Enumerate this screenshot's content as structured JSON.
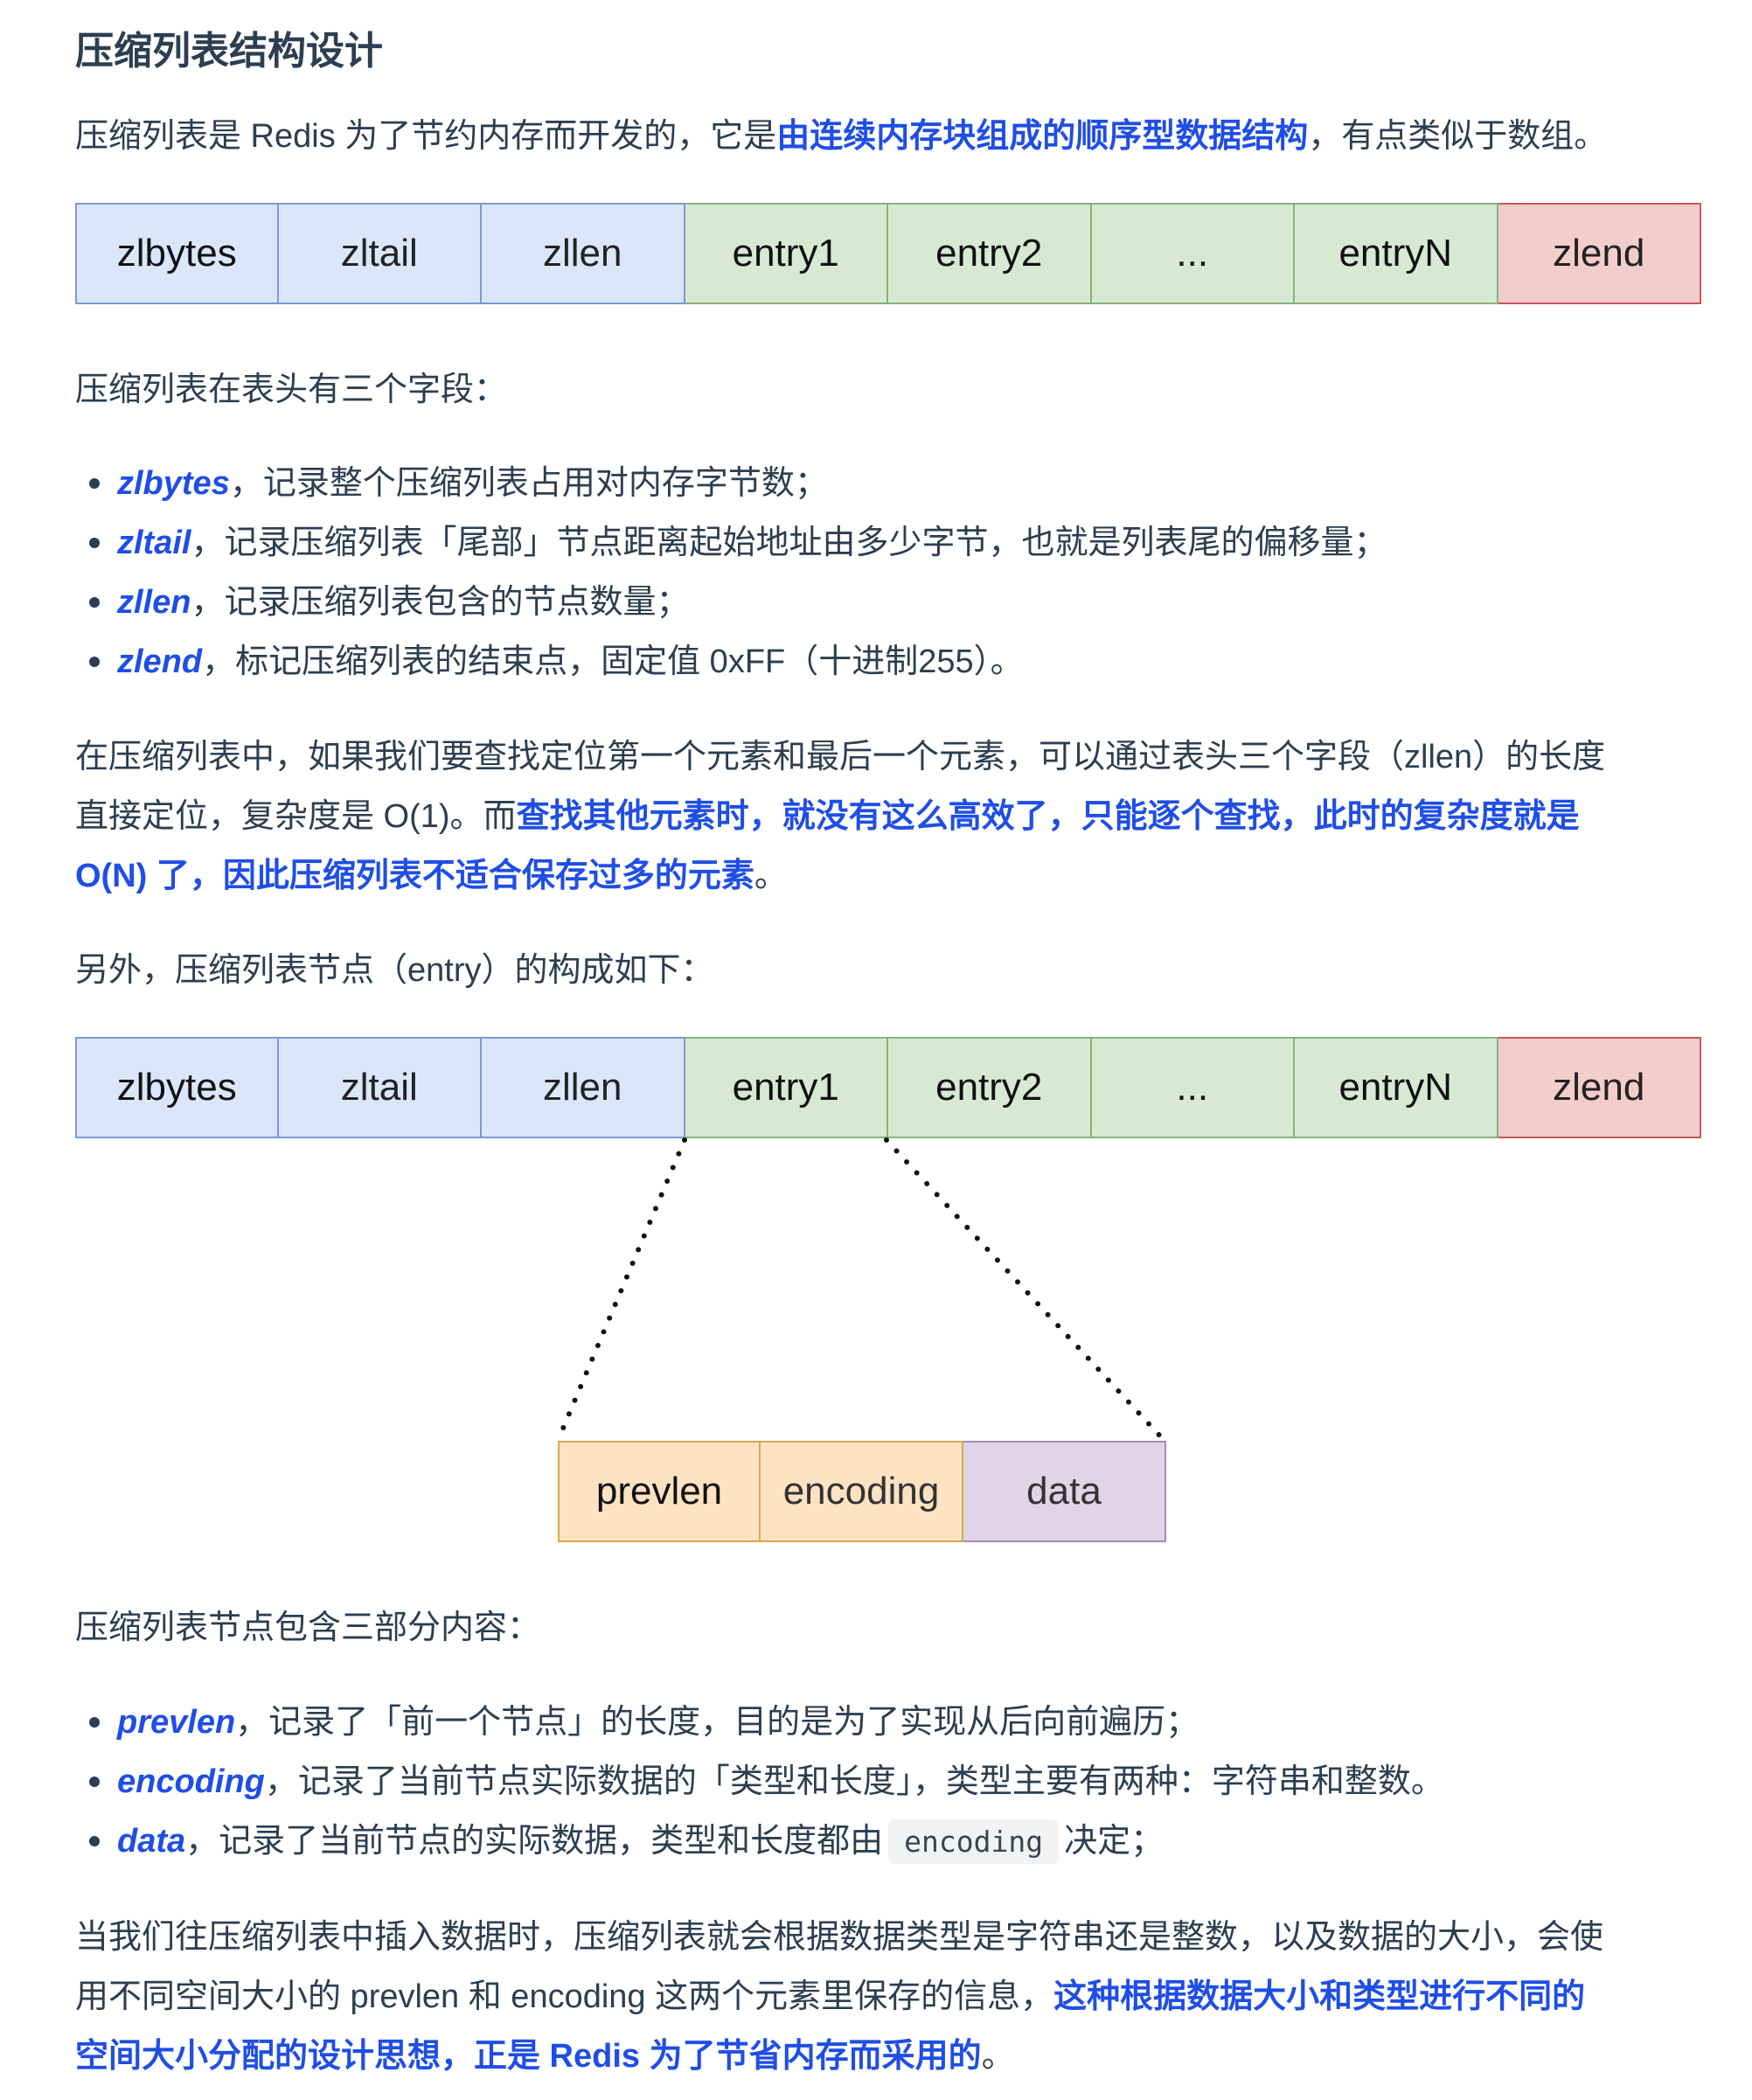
{
  "heading": "压缩列表结构设计",
  "intro": {
    "prefix": "压缩列表是 Redis 为了节约内存而开发的，它是",
    "highlight": "由连续内存块组成的顺序型数据结构",
    "suffix": "，有点类似于数组。"
  },
  "ziplist_cells": [
    {
      "label": "zlbytes",
      "color": "#dbe6fb"
    },
    {
      "label": "zltail",
      "color": "#dbe6fb"
    },
    {
      "label": "zllen",
      "color": "#dbe6fb"
    },
    {
      "label": "entry1",
      "color": "#d7e9d3"
    },
    {
      "label": "entry2",
      "color": "#d7e9d3"
    },
    {
      "label": "...",
      "color": "#d7e9d3"
    },
    {
      "label": "entryN",
      "color": "#d7e9d3"
    },
    {
      "label": "zlend",
      "color": "#f3cccc"
    }
  ],
  "header_fields_intro": "压缩列表在表头有三个字段：",
  "header_fields": [
    {
      "name": "zlbytes",
      "desc": "，记录整个压缩列表占用对内存字节数；"
    },
    {
      "name": "zltail",
      "desc": "，记录压缩列表「尾部」节点距离起始地址由多少字节，也就是列表尾的偏移量；"
    },
    {
      "name": "zllen",
      "desc": "，记录压缩列表包含的节点数量；"
    },
    {
      "name": "zlend",
      "desc": "，标记压缩列表的结束点，固定值 0xFF（十进制255）。"
    }
  ],
  "lookup": {
    "line1": "在压缩列表中，如果我们要查找定位第一个元素和最后一个元素，可以通过表头三个字段（zllen）的长度",
    "line2_prefix": "直接定位，复杂度是 O(1)。而",
    "line2_highlight": "查找其他元素时，就没有这么高效了，只能逐个查找，此时的复杂度就是",
    "line3_highlight": "O(N) 了，因此压缩列表不适合保存过多的元素",
    "line3_suffix": "。"
  },
  "entry_intro": "另外，压缩列表节点（entry）的构成如下：",
  "entry_cells": [
    {
      "label": "prevlen",
      "color": "#fde3c2"
    },
    {
      "label": "encoding",
      "color": "#fde3c2"
    },
    {
      "label": "data",
      "color": "#e0d4e8"
    }
  ],
  "entry_parts_intro": "压缩列表节点包含三部分内容：",
  "entry_parts": [
    {
      "name": "prevlen",
      "desc": "，记录了「前一个节点」的长度，目的是为了实现从后向前遍历；"
    },
    {
      "name": "encoding",
      "desc": "，记录了当前节点实际数据的「类型和长度」，类型主要有两种：字符串和整数。"
    },
    {
      "name": "data",
      "desc_prefix": "，记录了当前节点的实际数据，类型和长度都由",
      "code": "encoding",
      "desc_suffix": "决定；"
    }
  ],
  "conclusion": {
    "line1": "当我们往压缩列表中插入数据时，压缩列表就会根据数据类型是字符串还是整数，以及数据的大小，会使",
    "line2_prefix": "用不同空间大小的 prevlen 和 encoding 这两个元素里保存的信息，",
    "line2_highlight": "这种根据数据大小和类型进行不同的",
    "line3_highlight": "空间大小分配的设计思想，正是 Redis 为了节省内存而采用的",
    "line3_suffix": "。"
  },
  "colors": {
    "text": "#2c3e50",
    "link_blue": "#1f4ee6"
  }
}
